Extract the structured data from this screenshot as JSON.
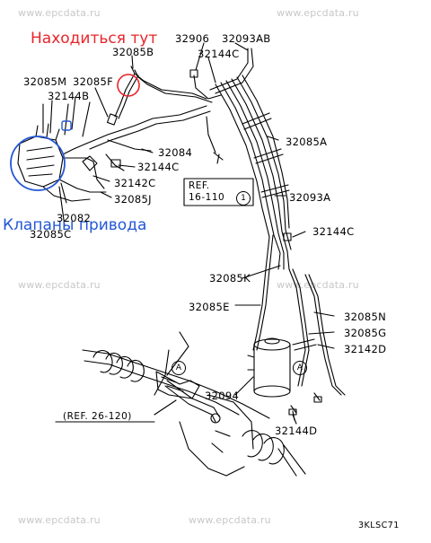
{
  "watermark": "www.epcdata.ru",
  "annotations": {
    "location": "Находиться тут",
    "valves": "Клапаны привода"
  },
  "parts": {
    "p32906": "32906",
    "p32093AB": "32093AB",
    "p32085B": "32085B",
    "p32144C_top": "32144C",
    "p32085M": "32085M",
    "p32085F": "32085F",
    "p32144B": "32144B",
    "p32085A": "32085A",
    "p32084": "32084",
    "p32144C_mid": "32144C",
    "p32142C": "32142C",
    "p32085J": "32085J",
    "p32093A": "32093A",
    "p32082": "32082",
    "p32085C": "32085C",
    "p32144C_right": "32144C",
    "p32085K": "32085K",
    "p32085E": "32085E",
    "p32085N": "32085N",
    "p32085G": "32085G",
    "p32142D": "32142D",
    "p32094": "32094",
    "p32144D": "32144D"
  },
  "refs": {
    "ref1_line1": "REF.",
    "ref1_line2": "16-110",
    "ref1_circle": "1",
    "ref2": "(REF. 26-120)",
    "markA": "A"
  },
  "diagram_code": "3KLSC71",
  "colors": {
    "annotation_red": "#e8252a",
    "annotation_blue": "#2457d6",
    "line": "#000000",
    "watermark": "#c8c8c8"
  }
}
